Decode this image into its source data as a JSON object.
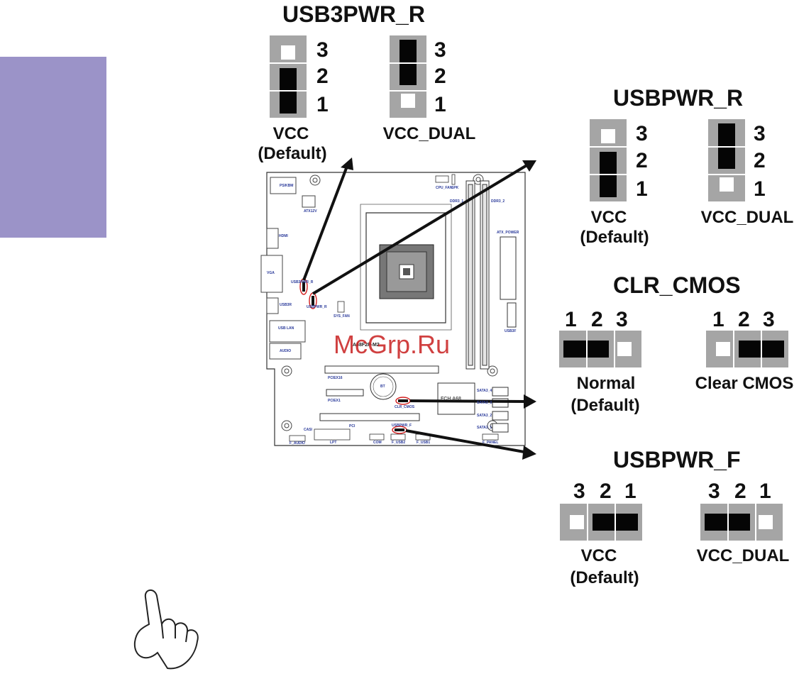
{
  "side_tab": {
    "color": "#9b93c8"
  },
  "usb3pwr_r": {
    "title": "USB3PWR_R",
    "left": {
      "pins": [
        "3",
        "2",
        "1"
      ],
      "label_line1": "VCC",
      "label_line2": "(Default)"
    },
    "right": {
      "pins": [
        "3",
        "2",
        "1"
      ],
      "label_line1": "VCC_DUAL"
    }
  },
  "usbpwr_r": {
    "title": "USBPWR_R",
    "left": {
      "pins": [
        "3",
        "2",
        "1"
      ],
      "label_line1": "VCC",
      "label_line2": "(Default)"
    },
    "right": {
      "pins": [
        "3",
        "2",
        "1"
      ],
      "label_line1": "VCC_DUAL"
    }
  },
  "clr_cmos": {
    "title": "CLR_CMOS",
    "left": {
      "pins": [
        "1",
        "2",
        "3"
      ],
      "label_line1": "Normal",
      "label_line2": "(Default)"
    },
    "right": {
      "pins": [
        "1",
        "2",
        "3"
      ],
      "label_line1": "Clear CMOS"
    }
  },
  "usbpwr_f": {
    "title": "USBPWR_F",
    "left": {
      "pins": [
        "3",
        "2",
        "1"
      ],
      "label_line1": "VCC",
      "label_line2": "(Default)"
    },
    "right": {
      "pins": [
        "3",
        "2",
        "1"
      ],
      "label_line1": "VCC_DUAL"
    }
  },
  "motherboard": {
    "labels": {
      "ps2": "PS/KBM",
      "atx12v": "ATX12V",
      "hdmi": "HDMI",
      "vga": "VGA",
      "usb3pwr_r": "USB3PWR_R",
      "usbpwr_r": "USBPWR_R",
      "usb3r": "USB3R",
      "usb_lan": "USB LAN",
      "audio": "AUDIO",
      "cpu_fan": "CPU_FAN",
      "spk": "SPK",
      "ddr3_1": "DDR3_1",
      "ddr3_2": "DDR3_2",
      "atx_power": "ATX_POWER",
      "sys_fan": "SYS_FAN",
      "usb3f": "USB3F",
      "model": "A68F2P-M2",
      "pciex16": "PCIEX16",
      "pciex1": "PCIEX1",
      "bt": "BT",
      "fch": "FCH A68",
      "clr_cmos": "CLR_CMOS",
      "sata3_4": "SATA3_4",
      "sata3_3": "SATA3_3",
      "sata3_2": "SATA3_2",
      "sata3_1": "SATA3_1",
      "pci": "PCI",
      "casi": "CASI",
      "usbpwr_f": "USBPWR_F",
      "f_audio": "F_AUDIO",
      "lpt": "LPT",
      "com": "COM",
      "f_usb2": "F_USB2",
      "f_usb1": "F_USB1",
      "f_panel": "F_PANEL"
    }
  },
  "watermark": "McGrp.Ru",
  "note_icon": "pointing-hand-icon"
}
